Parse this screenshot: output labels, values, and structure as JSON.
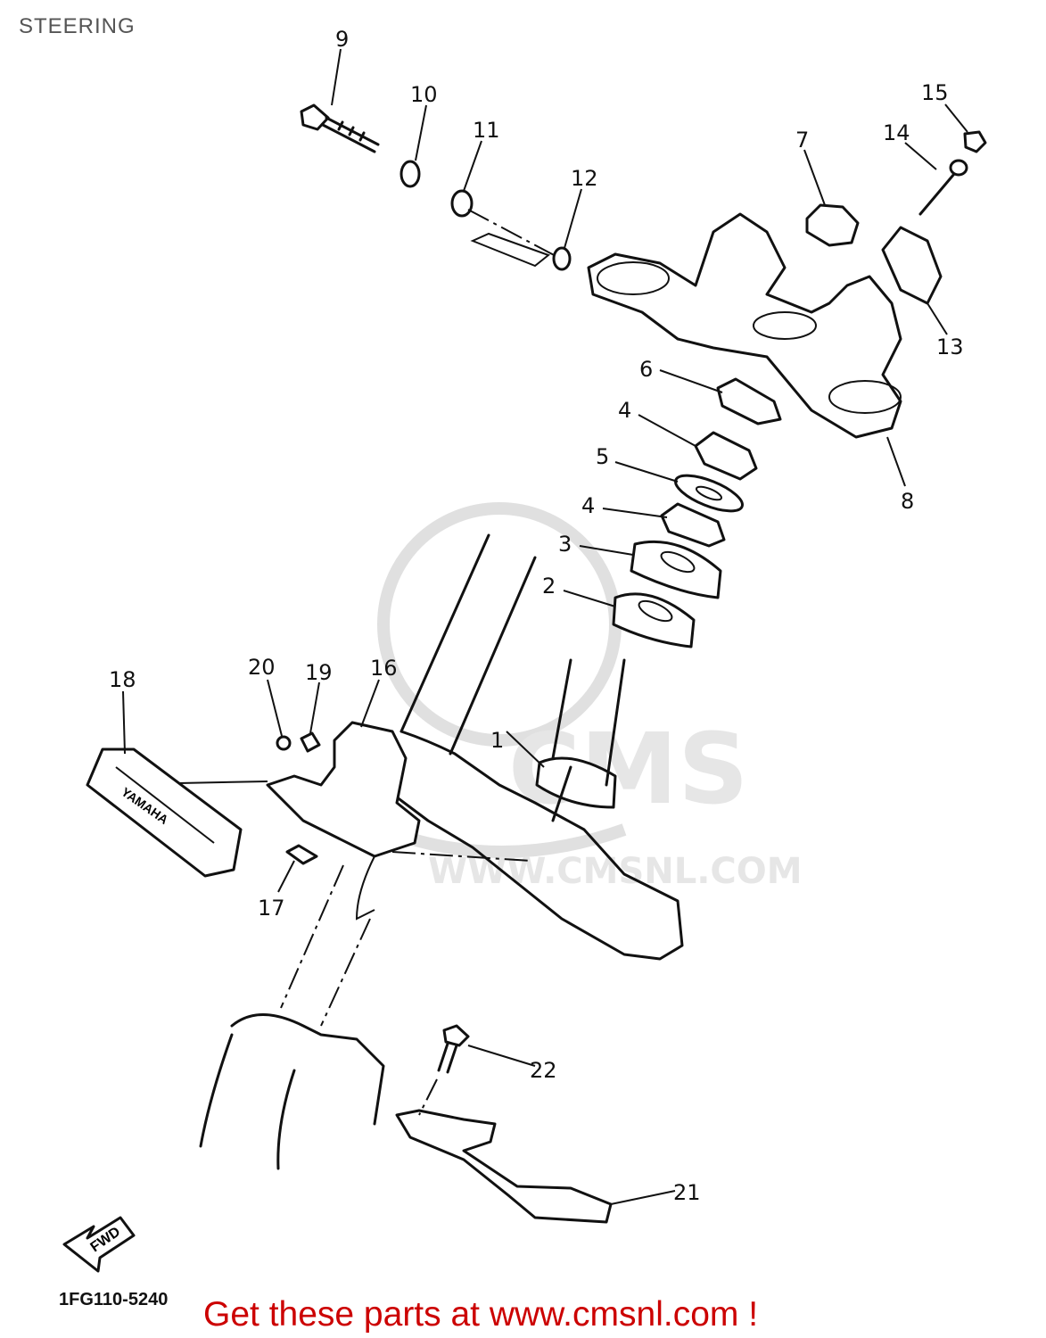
{
  "title": "STEERING",
  "diagram_code": "1FG110-5240",
  "promo_text": "Get these parts at www.cmsnl.com !",
  "promo_color": "#cc0000",
  "watermark": "CMS WWW.CMSNL.COM",
  "part_labels": {
    "yamaha_label": "YAMAHA",
    "fwd_label": "FWD"
  },
  "callouts": [
    "1",
    "2",
    "3",
    "4",
    "4",
    "5",
    "6",
    "7",
    "8",
    "9",
    "10",
    "11",
    "12",
    "13",
    "14",
    "15",
    "16",
    "17",
    "18",
    "19",
    "20",
    "21",
    "22"
  ]
}
